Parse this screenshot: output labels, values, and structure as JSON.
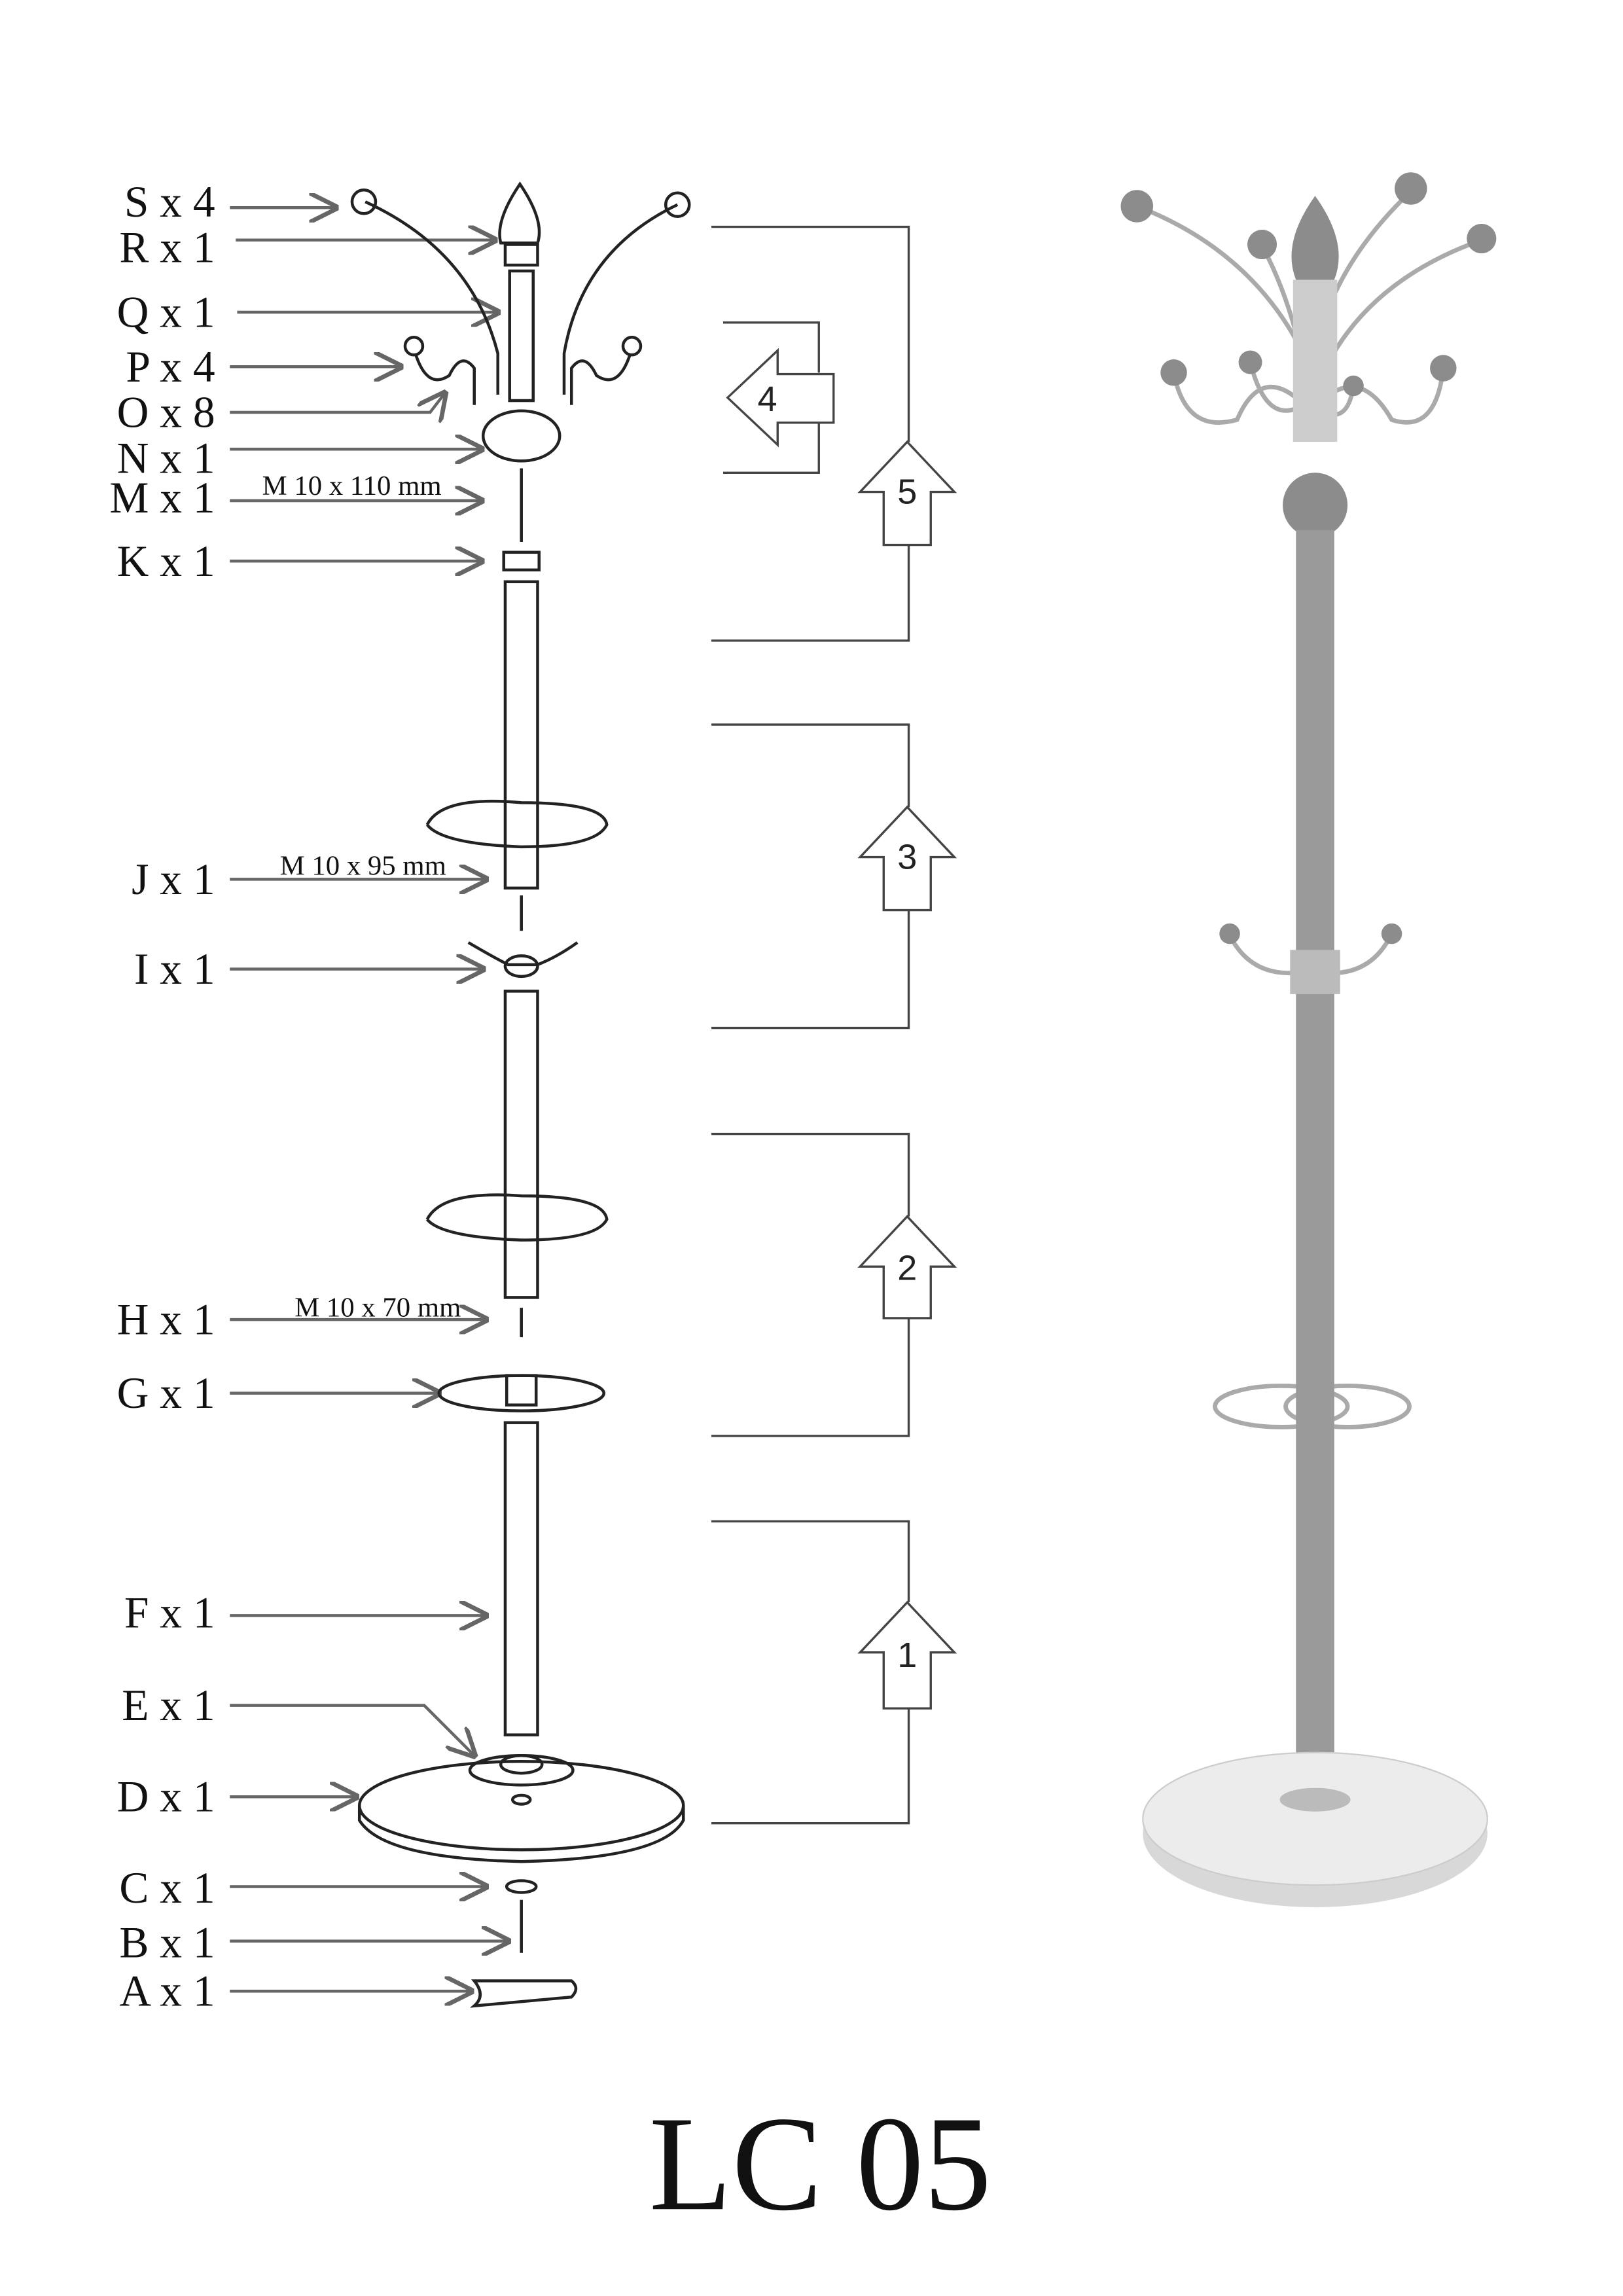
{
  "parts": [
    {
      "label": "S x 4"
    },
    {
      "label": "R x 1"
    },
    {
      "label": "Q x 1"
    },
    {
      "label": "P x 4"
    },
    {
      "label": "O x 8"
    },
    {
      "label": "N x 1"
    },
    {
      "label": "M x 1",
      "spec": "M 10 x 110 mm"
    },
    {
      "label": "K x 1"
    },
    {
      "label": "J x 1",
      "spec": "M 10 x 95 mm"
    },
    {
      "label": "I x 1"
    },
    {
      "label": "H x 1",
      "spec": "M 10 x 70 mm"
    },
    {
      "label": "G x 1"
    },
    {
      "label": "F x 1"
    },
    {
      "label": "E x 1"
    },
    {
      "label": "D x 1"
    },
    {
      "label": "C x 1"
    },
    {
      "label": "B x 1"
    },
    {
      "label": "A x 1"
    }
  ],
  "steps": [
    "1",
    "2",
    "3",
    "4",
    "5"
  ],
  "title": "LC 05"
}
